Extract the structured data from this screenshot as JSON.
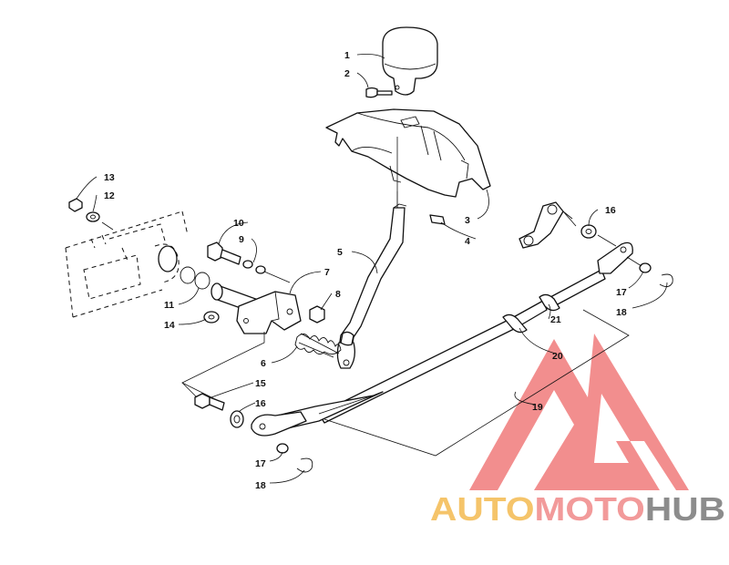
{
  "callouts": [
    {
      "id": "c1",
      "label": "1"
    },
    {
      "id": "c2",
      "label": "2"
    },
    {
      "id": "c3",
      "label": "3"
    },
    {
      "id": "c4",
      "label": "4"
    },
    {
      "id": "c5",
      "label": "5"
    },
    {
      "id": "c6",
      "label": "6"
    },
    {
      "id": "c7",
      "label": "7"
    },
    {
      "id": "c8",
      "label": "8"
    },
    {
      "id": "c9",
      "label": "9"
    },
    {
      "id": "c10",
      "label": "10"
    },
    {
      "id": "c11",
      "label": "11"
    },
    {
      "id": "c12",
      "label": "12"
    },
    {
      "id": "c13",
      "label": "13"
    },
    {
      "id": "c14",
      "label": "14"
    },
    {
      "id": "c15",
      "label": "15"
    },
    {
      "id": "c16a",
      "label": "16"
    },
    {
      "id": "c16b",
      "label": "16"
    },
    {
      "id": "c17a",
      "label": "17"
    },
    {
      "id": "c17b",
      "label": "17"
    },
    {
      "id": "c18a",
      "label": "18"
    },
    {
      "id": "c18b",
      "label": "18"
    },
    {
      "id": "c19",
      "label": "19"
    },
    {
      "id": "c20",
      "label": "20"
    },
    {
      "id": "c21",
      "label": "21"
    }
  ],
  "watermark": {
    "word_auto": "AUTO",
    "word_moto": "MOTO",
    "word_hub": "HUB",
    "color_auto": "#f5c46a",
    "color_moto": "#f29a9a",
    "color_hub": "#8c8c8c",
    "color_logo": "#f07a7a"
  }
}
